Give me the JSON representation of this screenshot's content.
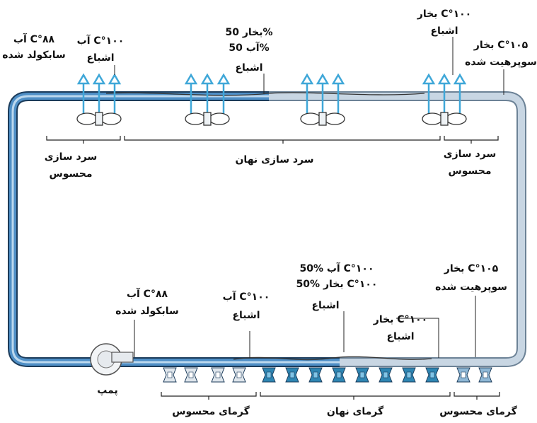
{
  "colors": {
    "water_blue": "#4f8fc6",
    "water_light": "#bcd8ee",
    "steam_grey": "#b9c9d8",
    "arrow_blue": "#3fa7d8",
    "heater_blue": "#2e86b3",
    "outline": "#1b3b5a"
  },
  "top_labels": {
    "subcooled_left": {
      "l1": "آب C°۸۸",
      "l2": "سابکولد شده"
    },
    "saturated_water_left": {
      "l1": "آب C°۱۰۰",
      "l2": "اشباع"
    },
    "mix_top": {
      "l1": "بخار 50%",
      "l2": "آب 50%",
      "l3": "اشباع"
    },
    "sat_steam_top": {
      "l1": "بخار C°۱۰۰",
      "l2": "اشباع"
    },
    "superheat_top": {
      "l1": "بخار C°۱۰۵",
      "l2": "سوپرهیت شده"
    }
  },
  "cooling_labels": {
    "sensible_left": {
      "l1": "سرد سازی",
      "l2": "محسوس"
    },
    "latent": "سرد سازی نهان",
    "sensible_right": {
      "l1": "سرد سازی",
      "l2": "محسوس"
    }
  },
  "bottom_labels": {
    "subcooled": {
      "l1": "آب C°۸۸",
      "l2": "سابکولد شده"
    },
    "saturated_water": {
      "l1": "آب C°۱۰۰",
      "l2": "اشباع"
    },
    "mix": {
      "l1": "50% آب C°۱۰۰",
      "l2": "50% بخار C°۱۰۰",
      "l3": "اشباع"
    },
    "sat_steam": {
      "l1": "بخار C°۱۰۰",
      "l2": "اشباع"
    },
    "superheat": {
      "l1": "بخار C°۱۰۵",
      "l2": "سوپرهیت شده"
    },
    "pump": "پمپ"
  },
  "heating_labels": {
    "sensible_left": "گرمای محسوس",
    "latent": "گرمای نهان",
    "sensible_right": "گرمای محسوس"
  }
}
